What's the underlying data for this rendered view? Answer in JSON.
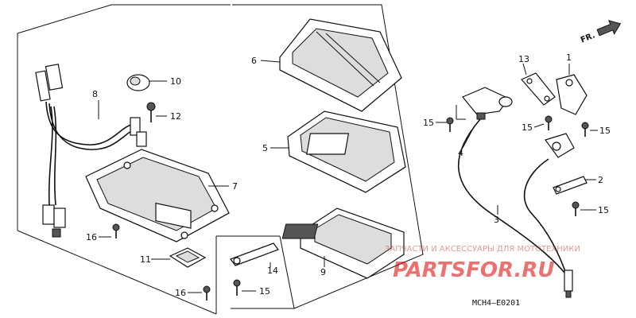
{
  "direction_arrow": {
    "label": "FR."
  },
  "callouts": [
    {
      "id": "c1",
      "text": "1"
    },
    {
      "id": "c2",
      "text": "2"
    },
    {
      "id": "c3",
      "text": "3"
    },
    {
      "id": "c4",
      "text": "4"
    },
    {
      "id": "c5",
      "text": "5"
    },
    {
      "id": "c6",
      "text": "6"
    },
    {
      "id": "c7",
      "text": "7"
    },
    {
      "id": "c8",
      "text": "8"
    },
    {
      "id": "c9",
      "text": "9"
    },
    {
      "id": "c10",
      "text": "10"
    },
    {
      "id": "c11",
      "text": "11"
    },
    {
      "id": "c12",
      "text": "12"
    },
    {
      "id": "c13",
      "text": "13"
    },
    {
      "id": "c14",
      "text": "14"
    },
    {
      "id": "c15a",
      "text": "15"
    },
    {
      "id": "c15b",
      "text": "15"
    },
    {
      "id": "c15c",
      "text": "15"
    },
    {
      "id": "c15d",
      "text": "15"
    },
    {
      "id": "c15e",
      "text": "15"
    },
    {
      "id": "c16a",
      "text": "16"
    },
    {
      "id": "c16b",
      "text": "16"
    }
  ],
  "diagram_code": "MCH4—E0201",
  "watermark": {
    "subtitle": "ЗАПЧАСТИ И АКСЕССУАРЫ ДЛЯ МОТОТЕХНИКИ",
    "brand": "PARTSFOR.RU"
  },
  "colors": {
    "line": "#111111",
    "watermark": "#dd0000"
  }
}
